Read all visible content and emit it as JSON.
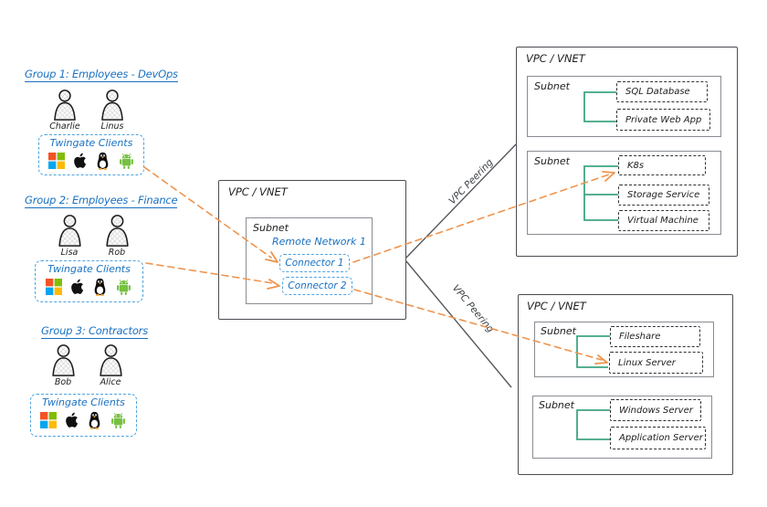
{
  "groups": [
    {
      "title": "Group 1: Employees - DevOps",
      "members": [
        "Charlie",
        "Linus"
      ],
      "clients_label": "Twingate Clients",
      "platforms": [
        "windows",
        "apple",
        "linux",
        "android"
      ]
    },
    {
      "title": "Group 2: Employees - Finance",
      "members": [
        "Lisa",
        "Rob"
      ],
      "clients_label": "Twingate Clients",
      "platforms": [
        "windows",
        "apple",
        "linux",
        "android"
      ]
    },
    {
      "title": "Group 3: Contractors",
      "members": [
        "Bob",
        "Alice"
      ],
      "clients_label": "Twingate Clients",
      "platforms": [
        "windows",
        "apple",
        "linux",
        "android"
      ]
    }
  ],
  "remote_network": {
    "vpc_label": "VPC / VNET",
    "subnet_label": "Subnet",
    "title": "Remote Network 1",
    "connectors": [
      "Connector 1",
      "Connector 2"
    ]
  },
  "vpc_top": {
    "vpc_label": "VPC / VNET",
    "subnets": [
      {
        "label": "Subnet",
        "resources": [
          "SQL Database",
          "Private Web App"
        ]
      },
      {
        "label": "Subnet",
        "resources": [
          "K8s",
          "Storage Service",
          "Virtual Machine"
        ]
      }
    ]
  },
  "vpc_bottom": {
    "vpc_label": "VPC / VNET",
    "subnets": [
      {
        "label": "Subnet",
        "resources": [
          "Fileshare",
          "Linux Server"
        ]
      },
      {
        "label": "Subnet",
        "resources": [
          "Windows Server",
          "Application Server"
        ]
      }
    ]
  },
  "peering": {
    "top_label": "VPC Peering",
    "bottom_label": "VPC Peering"
  },
  "colors": {
    "blue_text": "#1971c2",
    "blue_border": "#4da3e0",
    "orange": "#ef944d",
    "green": "#3fa584",
    "dark_stroke": "#1e1e1e",
    "box_border": "#494c52",
    "windows": [
      "#f35325",
      "#81bc06",
      "#05a6f0",
      "#ffba08"
    ],
    "android_green": "#77c043"
  }
}
